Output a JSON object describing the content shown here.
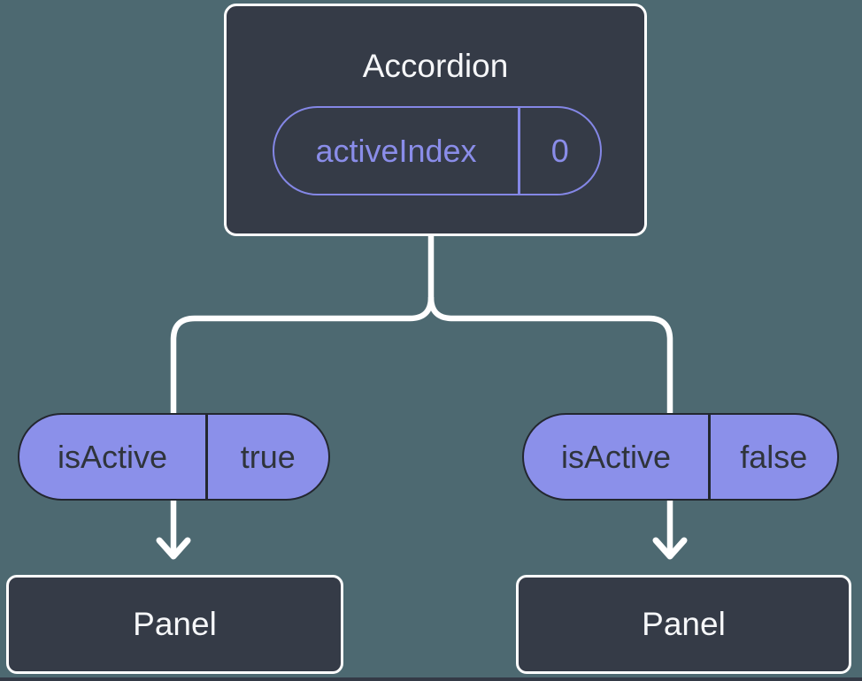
{
  "diagram": {
    "type": "component-state-tree",
    "colors": {
      "background": "#4D6971",
      "node_fill": "#353B47",
      "node_border": "#FFFFFF",
      "connector_line": "#FFFFFF",
      "accent_purple_outline": "#8487E6",
      "accent_purple_text": "#8A8DE9",
      "prop_pill_fill": "#8B90EA",
      "prop_pill_border": "#23272F",
      "prop_pill_text": "#2F343B",
      "node_text": "#F6F7F9"
    },
    "root_node": {
      "title": "Accordion",
      "state": {
        "name": "activeIndex",
        "value": "0"
      }
    },
    "children": [
      {
        "prop": {
          "name": "isActive",
          "value": "true"
        },
        "label": "Panel"
      },
      {
        "prop": {
          "name": "isActive",
          "value": "false"
        },
        "label": "Panel"
      }
    ]
  }
}
